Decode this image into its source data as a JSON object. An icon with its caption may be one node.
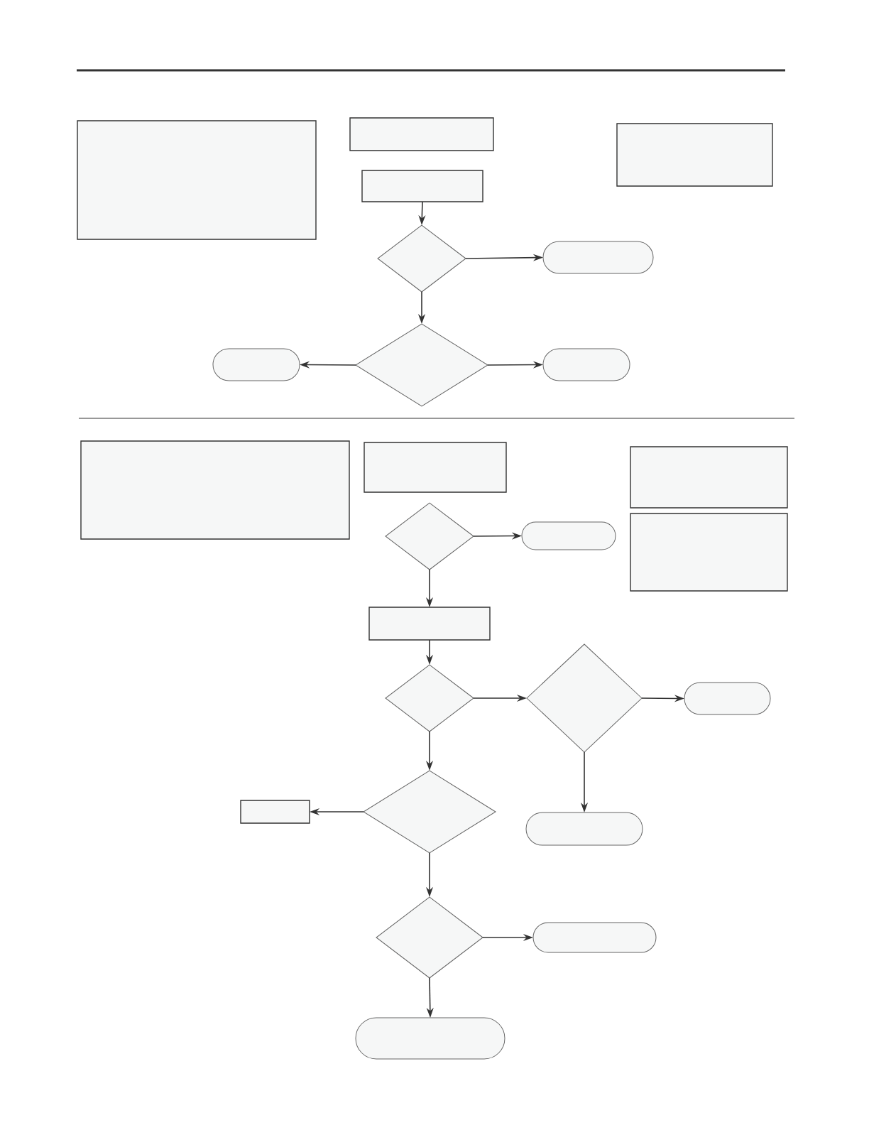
{
  "diagram": {
    "nodes": [
      {
        "text": [],
        "shape": "box"
      },
      {
        "text": [],
        "shape": "box"
      },
      {
        "text": [],
        "shape": "box"
      },
      {
        "text": [],
        "shape": "diamond"
      },
      {
        "text": [],
        "shape": "pill"
      },
      {
        "text": [],
        "shape": "diamond"
      },
      {
        "text": [],
        "shape": "pill"
      },
      {
        "text": [],
        "shape": "pill"
      },
      {
        "text": [],
        "shape": "box"
      },
      {
        "text": [],
        "shape": "box"
      },
      {
        "text": [],
        "shape": "box"
      },
      {
        "text": [],
        "shape": "box"
      },
      {
        "text": [],
        "shape": "box"
      },
      {
        "text": [],
        "shape": "diamond"
      },
      {
        "text": [],
        "shape": "pill"
      },
      {
        "text": [],
        "shape": "box"
      },
      {
        "text": [],
        "shape": "diamond"
      },
      {
        "text": [],
        "shape": "diamond"
      },
      {
        "text": [],
        "shape": "pill"
      },
      {
        "text": [],
        "shape": "diamond"
      },
      {
        "text": [],
        "shape": "box"
      },
      {
        "text": [],
        "shape": "pill"
      },
      {
        "text": [],
        "shape": "diamond"
      },
      {
        "text": [],
        "shape": "pill"
      },
      {
        "text": [],
        "shape": "pill"
      }
    ],
    "edges": [
      {
        "from": 2,
        "to": 3,
        "arrow": "to"
      },
      {
        "from": 3,
        "to": 4,
        "arrow": "to"
      },
      {
        "from": 3,
        "to": 5,
        "arrow": "to"
      },
      {
        "from": 5,
        "to": 6,
        "arrow": "to"
      },
      {
        "from": 5,
        "to": 7,
        "arrow": "to"
      },
      {
        "from": 13,
        "to": 14,
        "arrow": "to"
      },
      {
        "from": 13,
        "to": 15,
        "arrow": "to"
      },
      {
        "from": 15,
        "to": 16,
        "arrow": "to"
      },
      {
        "from": 16,
        "to": 17,
        "arrow": "to"
      },
      {
        "from": 17,
        "to": 18,
        "arrow": "to"
      },
      {
        "from": 17,
        "to": 21,
        "arrow": "to"
      },
      {
        "from": 16,
        "to": 19,
        "arrow": "to"
      },
      {
        "from": 19,
        "to": 20,
        "arrow": "to"
      },
      {
        "from": 19,
        "to": 22,
        "arrow": "to"
      },
      {
        "from": 22,
        "to": 23,
        "arrow": "to"
      },
      {
        "from": 22,
        "to": 24,
        "arrow": "to"
      }
    ]
  }
}
